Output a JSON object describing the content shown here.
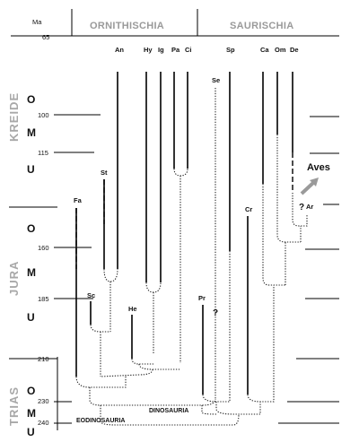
{
  "header": {
    "ma_label": "Ma",
    "ma_top": "65",
    "clades": [
      "ORNITHISCHIA",
      "SAURISCHIA"
    ]
  },
  "periods": [
    "KREIDE",
    "JURA",
    "TRIAS"
  ],
  "subdivisions": [
    "O",
    "M",
    "U",
    "O",
    "M",
    "U",
    "O",
    "M",
    "U"
  ],
  "ages": [
    "100",
    "115",
    "160",
    "185",
    "210",
    "230",
    "240"
  ],
  "taxa": [
    "An",
    "Hy",
    "Ig",
    "Pa",
    "Ci",
    "Sp",
    "Ca",
    "Om",
    "De",
    "Se",
    "St",
    "Fa",
    "Sc",
    "He",
    "Pr",
    "Cr",
    "Ar"
  ],
  "labels": {
    "aves": "Aves",
    "dinosauria": "DINOSAURIA",
    "eodinosauria": "EODINOSAURIA",
    "question": "?"
  },
  "colors": {
    "header_text": "#9a9a9a",
    "period_text": "#a8a8a8",
    "arrow": "#9a9a9a"
  }
}
